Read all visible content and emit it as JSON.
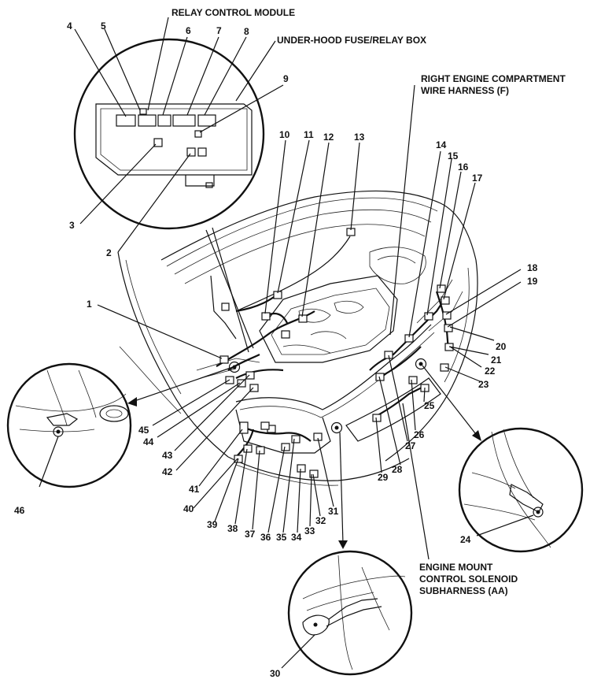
{
  "captions": {
    "relay_control_module": "RELAY CONTROL MODULE",
    "fuse_box": "UNDER-HOOD FUSE/RELAY BOX",
    "harness_f_line1": "RIGHT ENGINE COMPARTMENT",
    "harness_f_line2": "WIRE HARNESS (F)",
    "subharness_line1": "ENGINE MOUNT",
    "subharness_line2": "CONTROL SOLENOID",
    "subharness_line3": "SUBHARNESS (AA)"
  },
  "callouts": [
    "1",
    "2",
    "3",
    "4",
    "5",
    "6",
    "7",
    "8",
    "9",
    "10",
    "11",
    "12",
    "13",
    "14",
    "15",
    "16",
    "17",
    "18",
    "19",
    "20",
    "21",
    "22",
    "23",
    "24",
    "25",
    "26",
    "27",
    "28",
    "29",
    "30",
    "31",
    "32",
    "33",
    "34",
    "35",
    "36",
    "37",
    "38",
    "39",
    "40",
    "41",
    "42",
    "43",
    "44",
    "45",
    "46"
  ]
}
